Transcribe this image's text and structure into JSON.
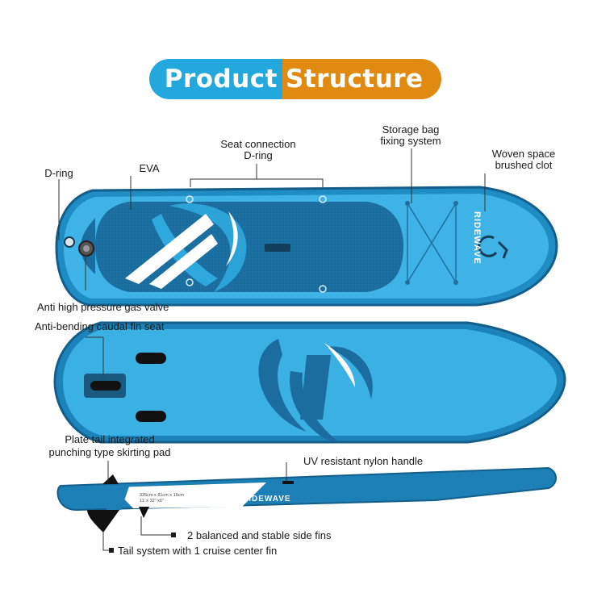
{
  "title": {
    "part1": "Product",
    "part2": "Structure"
  },
  "colors": {
    "title_left": "#22a8dc",
    "title_right": "#e08a12",
    "board_light": "#2fa9dd",
    "board_dark": "#17699a",
    "board_mid": "#1f8cc4"
  },
  "labels": {
    "d_ring": "D-ring",
    "eva": "EVA",
    "seat_connection": [
      "Seat connection",
      "D-ring"
    ],
    "storage_bag": [
      "Storage bag",
      "fixing system"
    ],
    "woven_space": [
      "Woven space",
      "brushed clot"
    ],
    "gas_valve": "Anti high pressure gas valve",
    "fin_seat": "Anti-bending caudal fin seat",
    "plate_tail": [
      "Plate tail integrated",
      "punching type skirting pad"
    ],
    "nylon_handle": "UV resistant nylon handle",
    "side_fins": "2 balanced and stable side fins",
    "center_fin": "Tail system with 1 cruise center fin"
  },
  "board": {
    "brand": "RIDEWAVE",
    "size_line1": "335cm x 81cm x 15cm",
    "size_line2": "11' x 32\" x6\""
  }
}
